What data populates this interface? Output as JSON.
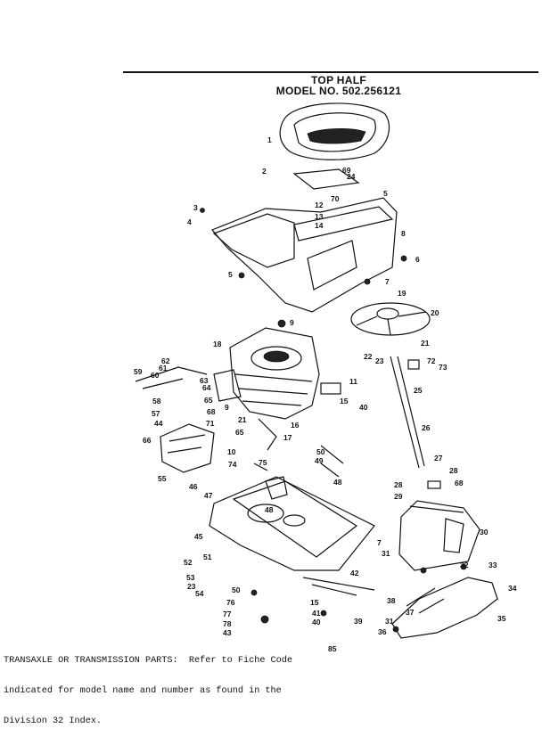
{
  "header": {
    "title_line1": "TOP HALF",
    "title_line2": "MODEL NO. 502.256121"
  },
  "footnote": {
    "line1": "TRANSAXLE OR TRANSMISSION PARTS:  Refer to Fiche Code",
    "line2": "indicated for model name and number as found in the",
    "line3": "Division 32 Index."
  },
  "corner_number": "85",
  "callouts": [
    "1",
    "2",
    "69",
    "24",
    "70",
    "12",
    "5",
    "3",
    "13",
    "14",
    "4",
    "8",
    "6",
    "5",
    "7",
    "19",
    "20",
    "9",
    "18",
    "21",
    "22",
    "23",
    "72",
    "73",
    "62",
    "61",
    "59",
    "60",
    "63",
    "64",
    "58",
    "65",
    "11",
    "25",
    "57",
    "68",
    "44",
    "9",
    "15",
    "40",
    "21",
    "71",
    "16",
    "65",
    "17",
    "26",
    "66",
    "10",
    "50",
    "49",
    "74",
    "75",
    "27",
    "28",
    "68",
    "55",
    "46",
    "48",
    "47",
    "28",
    "29",
    "48",
    "45",
    "30",
    "7",
    "31",
    "52",
    "51",
    "42",
    "32",
    "33",
    "53",
    "23",
    "54",
    "50",
    "76",
    "77",
    "78",
    "43",
    "15",
    "41",
    "40",
    "39",
    "38",
    "37",
    "34",
    "31",
    "36",
    "35"
  ]
}
